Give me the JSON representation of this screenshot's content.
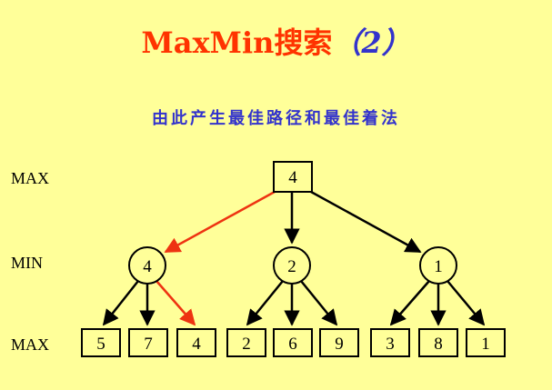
{
  "title": {
    "main": "MaxMin搜索",
    "number": "（2）"
  },
  "subtitle": "由此产生最佳路径和最佳着法",
  "levels": {
    "max_top": "MAX",
    "min": "MIN",
    "max_bottom": "MAX"
  },
  "tree": {
    "root": "4",
    "min_nodes": [
      "4",
      "2",
      "1"
    ],
    "leaves": [
      "5",
      "7",
      "4",
      "2",
      "6",
      "9",
      "3",
      "8",
      "1"
    ]
  },
  "colors": {
    "highlight_path": "#EE3311",
    "edge": "#000000",
    "background": "#FFFF99"
  }
}
